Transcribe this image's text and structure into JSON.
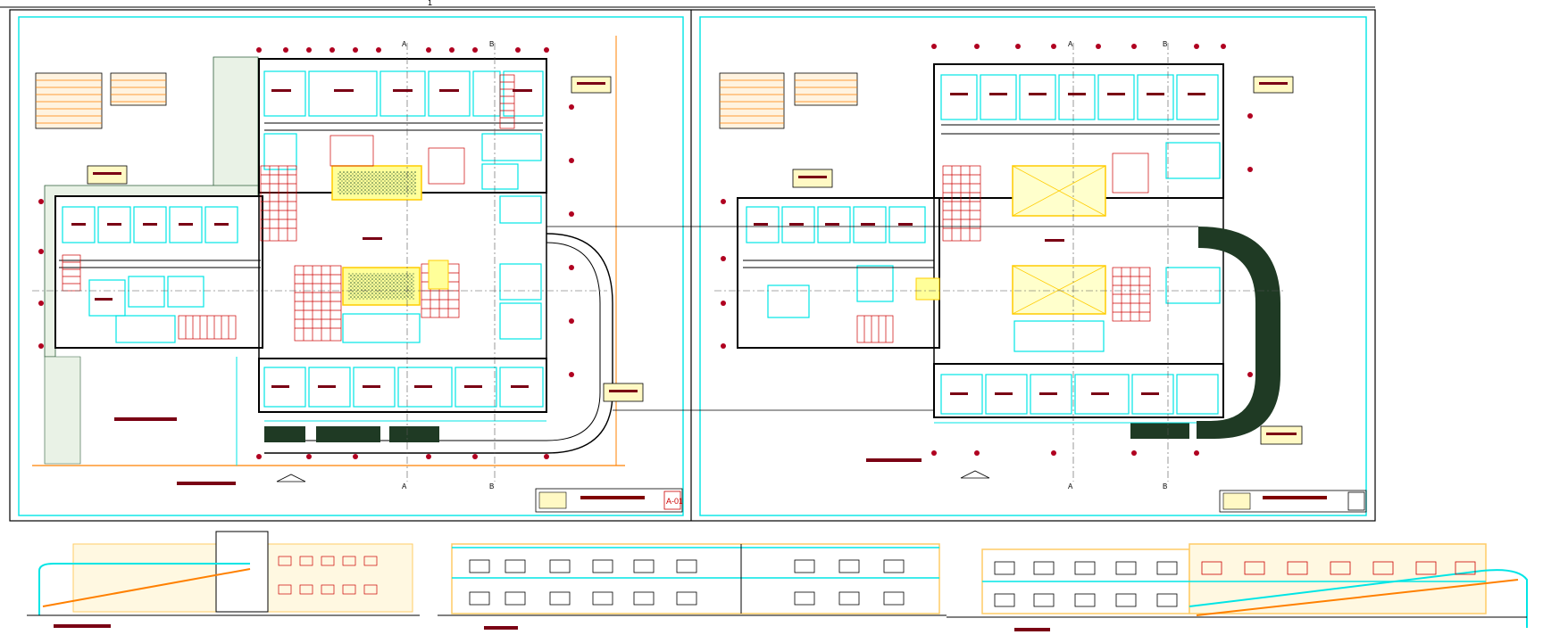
{
  "colors": {
    "background": "#ffffff",
    "frame": "#000000",
    "sheet_border": "#00e5e5",
    "wall": "#000000",
    "room_outline": "#00e5e5",
    "tag": "#7a0014",
    "grid_axis": "#555555",
    "grid_bubble": "#b00020",
    "stair": "#cc0000",
    "courtyard": "#ffff33",
    "hatch": "#2e5d3a",
    "ramp_fill": "#1f3a24",
    "stair_orange": "#ff8000",
    "elevation_brick": "#ffcc66",
    "title_block": "#800000"
  },
  "sheets": [
    {
      "id": "sheet-1",
      "label": "A-01",
      "grid_top": "1"
    },
    {
      "id": "sheet-2",
      "label": ""
    }
  ],
  "grid_labels": {
    "col_a": "A",
    "col_b": "B"
  },
  "drawing": {
    "title_tags": 2,
    "elevations": 3
  }
}
